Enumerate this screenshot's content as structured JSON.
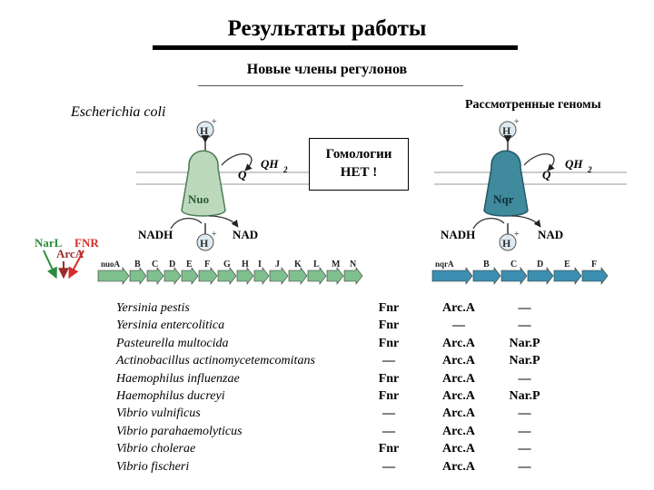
{
  "title": "Результаты работы",
  "subtitle": "Новые члены регулонов",
  "organism": "Escherichia coli",
  "genomes_label": "Рассмотренные геномы",
  "homology_box": {
    "line1": "Гомологии",
    "line2": "НЕТ !"
  },
  "left_complex": {
    "name": "Nuo",
    "proton": "H",
    "q": "Q",
    "qh2": "QH",
    "nadh": "NADH",
    "nad": "NAD",
    "regulators": {
      "narl": "NarL",
      "fnr": "FNR",
      "arca": "ArcA"
    },
    "genes": [
      "nuoA",
      "B",
      "C",
      "D",
      "E",
      "F",
      "G",
      "H",
      "I",
      "J",
      "K",
      "L",
      "M",
      "N"
    ]
  },
  "right_complex": {
    "name": "Nqr",
    "proton": "H",
    "q": "Q",
    "qh2": "QH",
    "nadh": "NADH",
    "nad": "NAD",
    "genes": [
      "nqrA",
      "B",
      "C",
      "D",
      "E",
      "F"
    ]
  },
  "table": {
    "species": [
      "Yersinia pestis",
      "Yersinia entercolitica",
      "Pasteurella multocida",
      "Actinobacillus actinomycetemcomitans",
      "Haemophilus influenzae",
      "Haemophilus ducreyi",
      "Vibrio vulnificus",
      "Vibrio parahaemolyticus",
      "Vibrio cholerae",
      "Vibrio fischeri"
    ],
    "fnr_col": [
      "Fnr",
      "Fnr",
      "Fnr",
      "—",
      "Fnr",
      "Fnr",
      "—",
      "—",
      "Fnr",
      "—"
    ],
    "arca_col": [
      "Arc.A",
      "—",
      "Arc.A",
      "Arc.A",
      "Arc.A",
      "Arc.A",
      "Arc.A",
      "Arc.A",
      "Arc.A",
      "Arc.A"
    ],
    "narp_col": [
      "—",
      "—",
      "Nar.P",
      "Nar.P",
      "—",
      "Nar.P",
      "—",
      "—",
      "—",
      "—"
    ]
  },
  "colors": {
    "nuo_fill": "#bcd9bc",
    "nuo_stroke": "#4c7d57",
    "nqr_fill": "#3f8a9d",
    "nqr_stroke": "#23596a",
    "gene_green": "#7fc08e",
    "gene_blue": "#3c8fb0",
    "narl": "#2a8c3c",
    "fnr": "#d62b2b",
    "arca": "#9b2d2d"
  }
}
